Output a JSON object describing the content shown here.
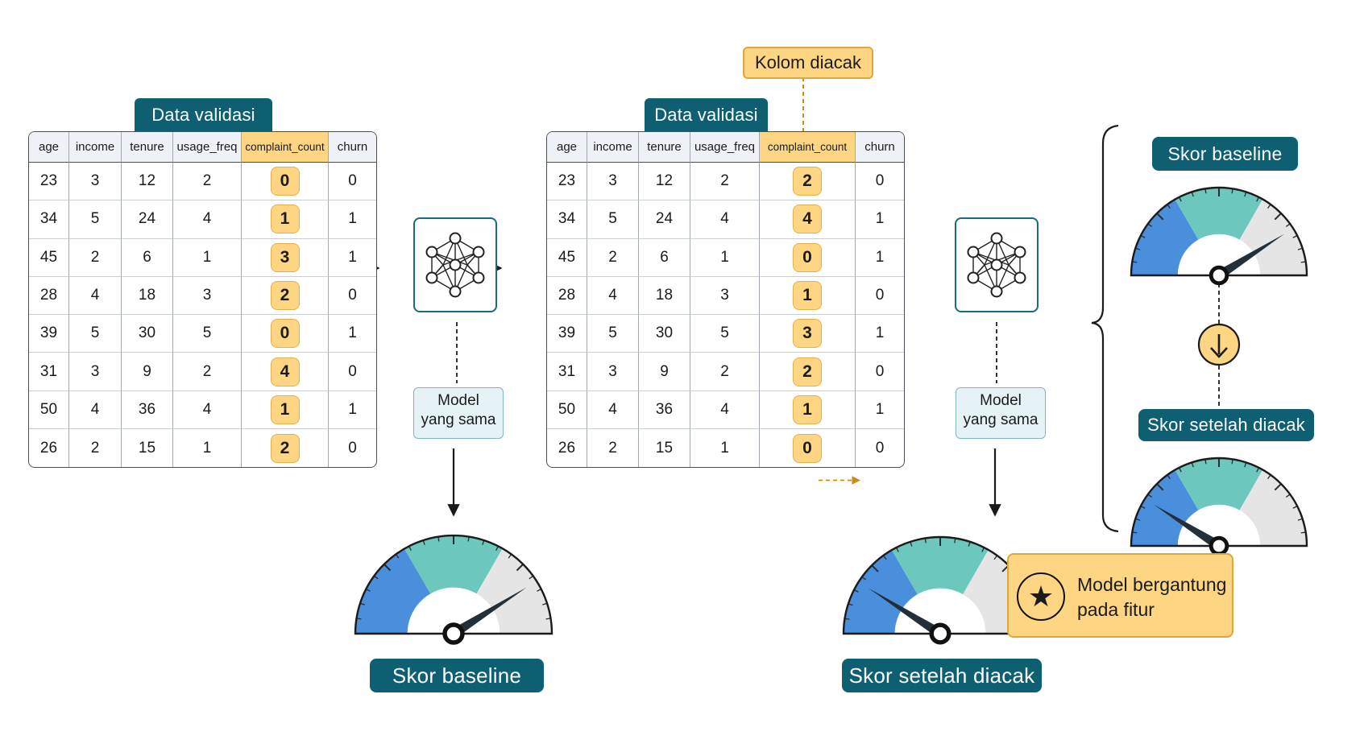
{
  "labels": {
    "data_validasi": "Data validasi",
    "kolom_diacak": "Kolom diacak",
    "model_line1": "Model",
    "model_line2": "yang sama",
    "skor_baseline": "Skor baseline",
    "skor_setelah_diacak": "Skor setelah diacak",
    "final_line1": "Model bergantung",
    "final_line2": "pada fitur"
  },
  "tables": {
    "headers": [
      "age",
      "income",
      "tenure",
      "usage_freq",
      "complaint_count",
      "churn"
    ],
    "original_rows": [
      [
        "23",
        "3",
        "12",
        "2",
        "0",
        "0"
      ],
      [
        "34",
        "5",
        "24",
        "4",
        "1",
        "1"
      ],
      [
        "45",
        "2",
        "6",
        "1",
        "3",
        "1"
      ],
      [
        "28",
        "4",
        "18",
        "3",
        "2",
        "0"
      ],
      [
        "39",
        "5",
        "30",
        "5",
        "0",
        "1"
      ],
      [
        "31",
        "3",
        "9",
        "2",
        "4",
        "0"
      ],
      [
        "50",
        "4",
        "36",
        "4",
        "1",
        "1"
      ],
      [
        "26",
        "2",
        "15",
        "1",
        "2",
        "0"
      ]
    ],
    "shuffled_rows": [
      [
        "23",
        "3",
        "12",
        "2",
        "2",
        "0"
      ],
      [
        "34",
        "5",
        "24",
        "4",
        "4",
        "1"
      ],
      [
        "45",
        "2",
        "6",
        "1",
        "0",
        "1"
      ],
      [
        "28",
        "4",
        "18",
        "3",
        "1",
        "0"
      ],
      [
        "39",
        "5",
        "30",
        "5",
        "3",
        "1"
      ],
      [
        "31",
        "3",
        "9",
        "2",
        "2",
        "0"
      ],
      [
        "50",
        "4",
        "36",
        "4",
        "1",
        "1"
      ],
      [
        "26",
        "2",
        "15",
        "1",
        "0",
        "0"
      ]
    ]
  },
  "gauges": {
    "baseline_level": 0.82,
    "shuffled_level": 0.18
  },
  "colors": {
    "navy_tag": "#0f5f72",
    "highlight": "#fdd583",
    "highlight_border": "#e0a53b",
    "shuffle_arrow": "#cc8a1c",
    "gauge_blue": "#4a8fdc",
    "gauge_teal": "#6cc7bd",
    "gauge_gray": "#e5e5e5"
  },
  "icons": [
    "neural-network-icon",
    "down-arrow-icon",
    "star-icon"
  ]
}
